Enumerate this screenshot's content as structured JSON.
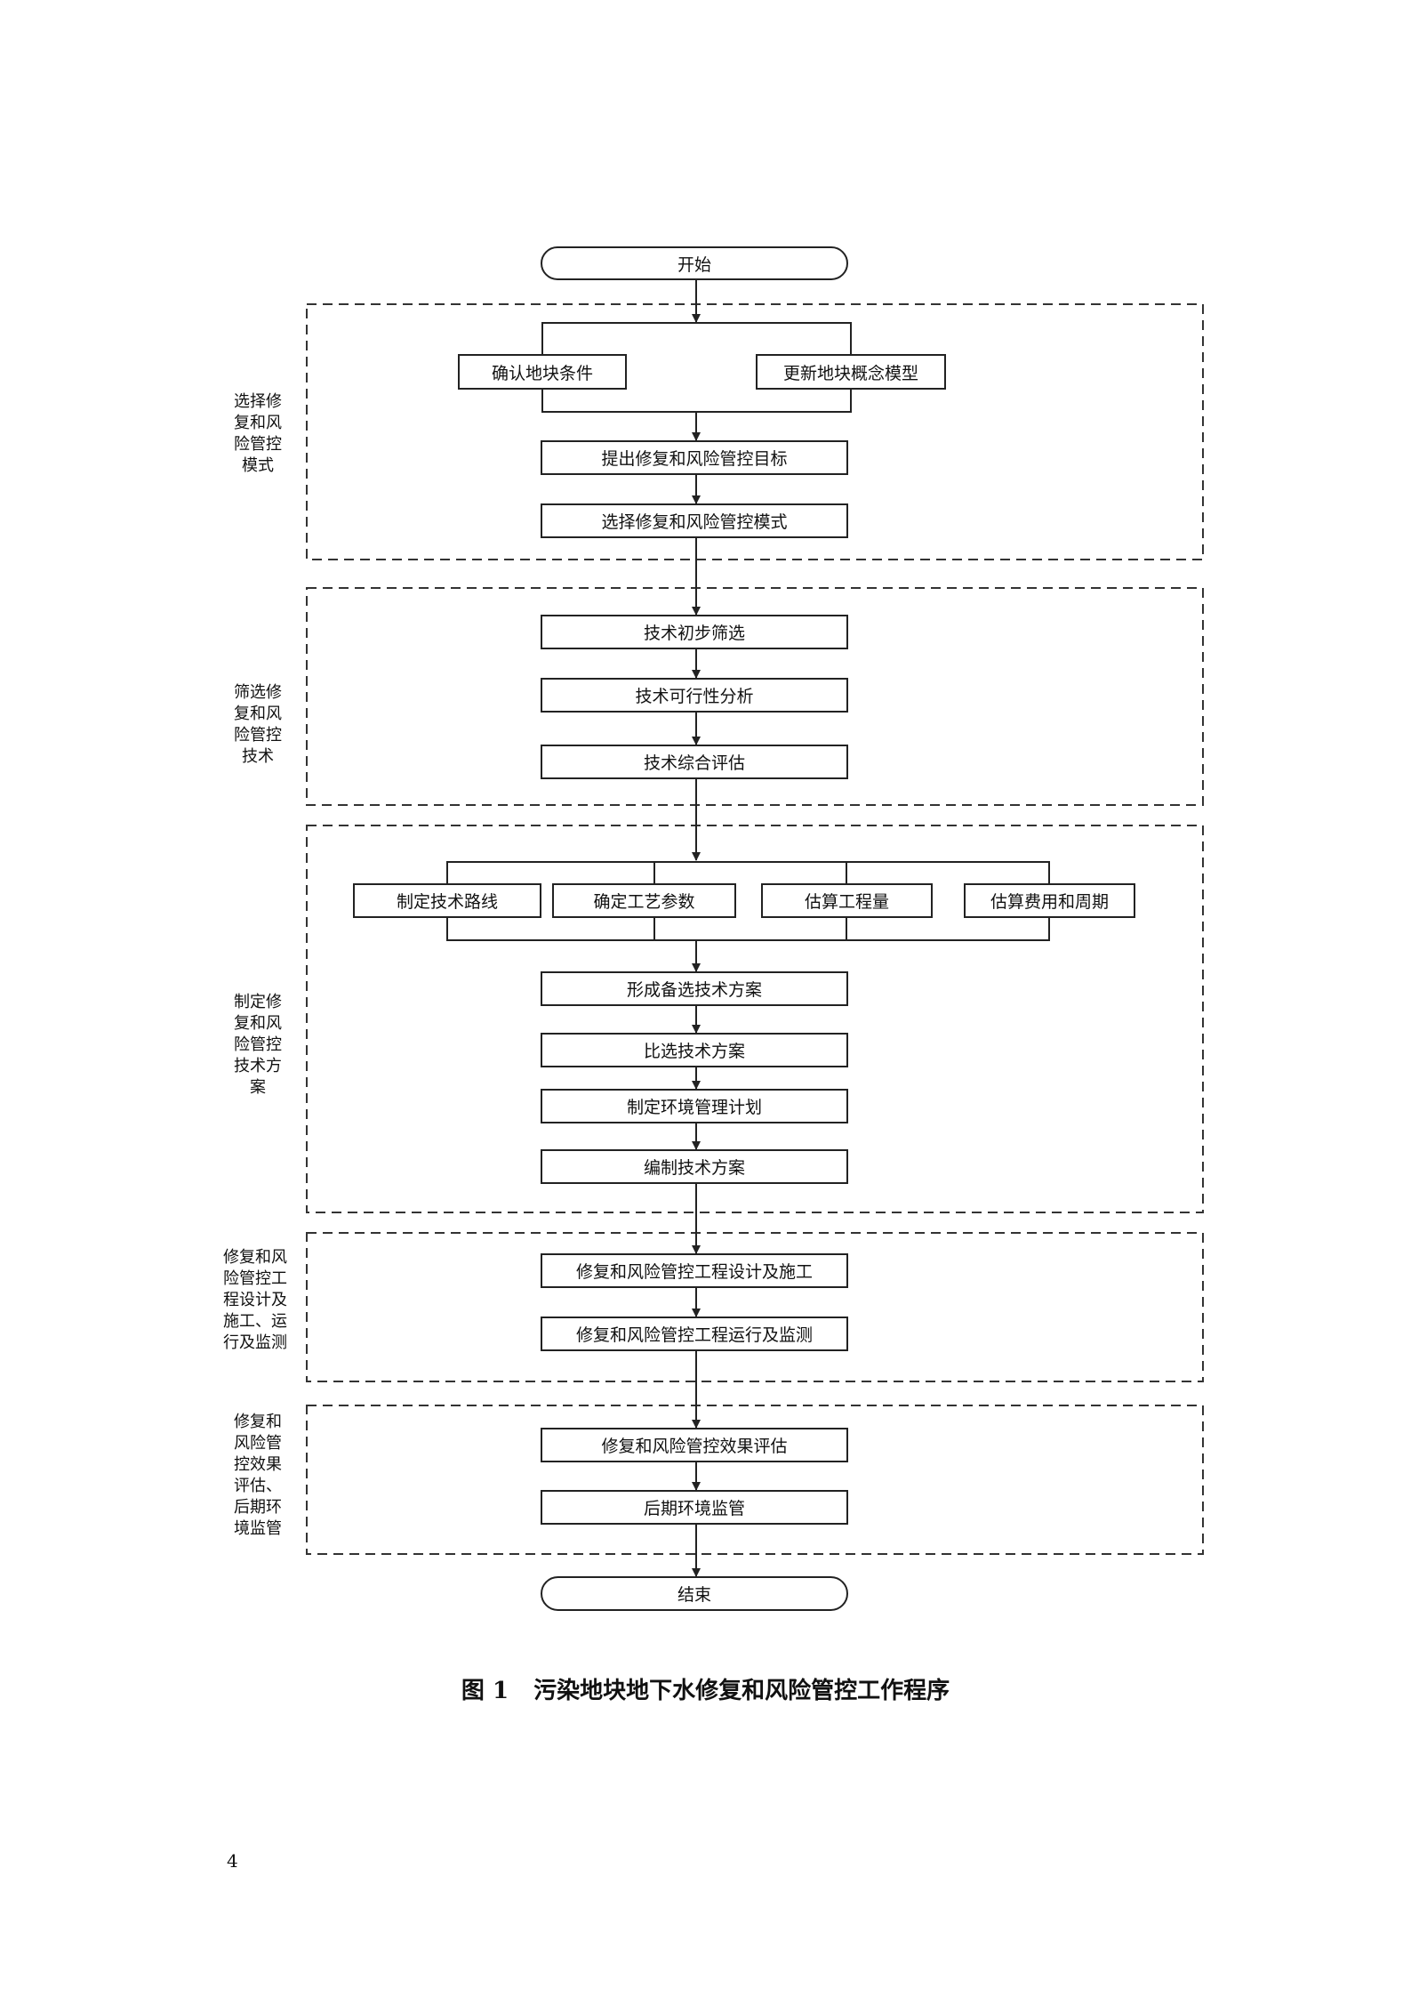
{
  "figure": {
    "caption_number": "图 1",
    "caption_title": "污染地块地下水修复和风险管控工作程序"
  },
  "page_number": "4",
  "sections": [
    {
      "id": "select-mode",
      "label": "选择修\n复和风\n险管控\n模式"
    },
    {
      "id": "screen-tech",
      "label": "筛选修\n复和风\n险管控\n技术"
    },
    {
      "id": "make-plan",
      "label": "制定修\n复和风\n险管控\n技术方\n案"
    },
    {
      "id": "engineering",
      "label": "修复和风\n险管控工\n程设计及\n施工、运\n行及监测"
    },
    {
      "id": "evaluation",
      "label": "修复和\n风险管\n控效果\n评估、\n后期环\n境监管"
    }
  ],
  "nodes": {
    "start": "开始",
    "confirm_conditions": "确认地块条件",
    "update_model": "更新地块概念模型",
    "propose_targets": "提出修复和风险管控目标",
    "select_mode": "选择修复和风险管控模式",
    "tech_prescreen": "技术初步筛选",
    "tech_feasibility": "技术可行性分析",
    "tech_evaluation": "技术综合评估",
    "tech_route": "制定技术路线",
    "process_params": "确定工艺参数",
    "estimate_quantity": "估算工程量",
    "estimate_cost": "估算费用和周期",
    "alt_plans": "形成备选技术方案",
    "compare_plans": "比选技术方案",
    "env_management": "制定环境管理计划",
    "compile_plan": "编制技术方案",
    "design_construction": "修复和风险管控工程设计及施工",
    "operation_monitoring": "修复和风险管控工程运行及监测",
    "effect_evaluation": "修复和风险管控效果评估",
    "later_supervision": "后期环境监管",
    "end": "结束"
  }
}
